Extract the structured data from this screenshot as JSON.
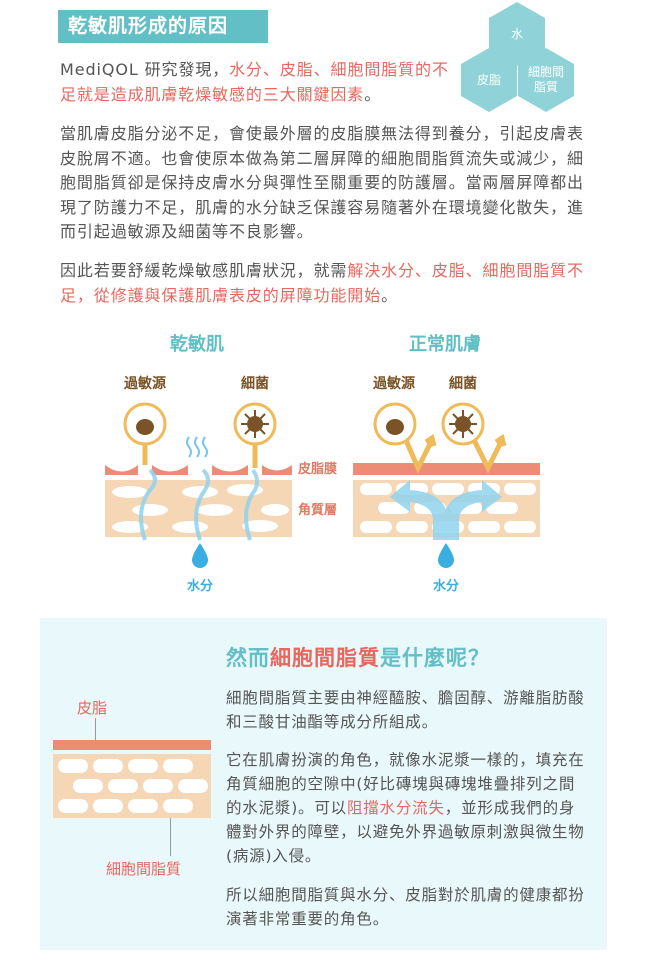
{
  "header": {
    "title": "乾敏肌形成的原因"
  },
  "intro": {
    "prefix": "MediQOL 研究發現，",
    "highlight": "水分、皮脂、細胞間脂質的不足就是造成肌膚乾燥敏感的三大關鍵因素",
    "suffix": "。"
  },
  "hexagons": [
    "水",
    "皮脂",
    "細胞間脂質"
  ],
  "body1": "當肌膚皮脂分泌不足，會使最外層的皮脂膜無法得到養分，引起皮膚表皮脫屑不適。也會使原本做為第二層屏障的細胞間脂質流失或減少，細胞間脂質卻是保持皮膚水分與彈性至關重要的防護層。當兩層屏障都出現了防護力不足，肌膚的水分缺乏保護容易隨著外在環境變化散失，進而引起過敏源及細菌等不良影響。",
  "body2": {
    "prefix": "因此若要舒緩乾燥敏感肌膚狀況，就需",
    "highlight": "解決水分、皮脂、細胞間脂質不足，從修護與保護肌膚表皮的屏障功能開始",
    "suffix": "。"
  },
  "diagram": {
    "dry_title": "乾敏肌",
    "normal_title": "正常肌膚",
    "allergen": "過敏源",
    "bacteria": "細菌",
    "sebum_film": "皮脂膜",
    "stratum": "角質層",
    "water": "水分"
  },
  "section2": {
    "title_a": "然而",
    "title_b": "細胞間脂質",
    "title_c": "是什麼呢？",
    "label_sebum": "皮脂",
    "label_lipid": "細胞間脂質",
    "p1": "細胞間脂質主要由神經醯胺、膽固醇、游離脂肪酸和三酸甘油酯等成分所組成。",
    "p2_a": "它在肌膚扮演的角色，就像水泥漿一樣的，填充在角質細胞的空隙中(好比磚塊與磚塊堆疊排列之間的水泥漿)。可以",
    "p2_b": "阻擋水分流失",
    "p2_c": "，並形成我們的身體對外界的障壁，以避免外界過敏原刺激與微生物(病源)入侵。",
    "p3": "所以細胞間脂質與水分、皮脂對於肌膚的健康都扮演著非常重要的角色。"
  },
  "colors": {
    "teal": "#62bfc6",
    "red": "#e8675f",
    "brown": "#7a5326",
    "sebum": "#ec8c74",
    "skin": "#f5d6b5",
    "water": "#8fd3ef"
  }
}
